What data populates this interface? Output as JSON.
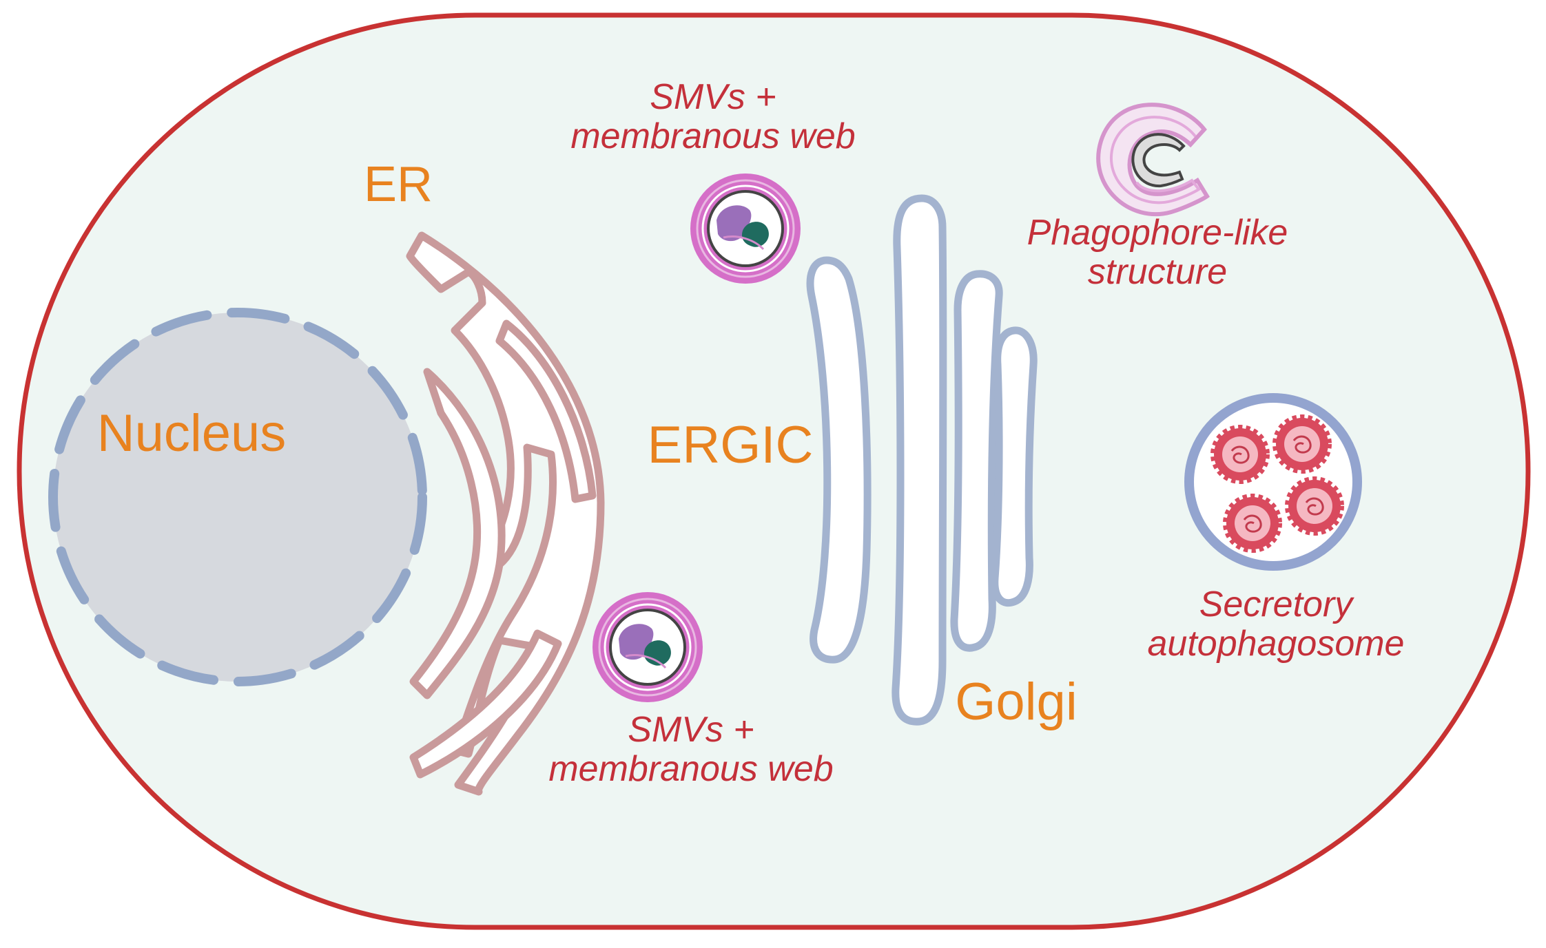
{
  "labels": {
    "nucleus": "Nucleus",
    "er": "ER",
    "ergic": "ERGIC",
    "golgi": "Golgi",
    "smv_top_line1": "SMVs +",
    "smv_top_line2": "membranous web",
    "smv_bottom_line1": "SMVs +",
    "smv_bottom_line2": "membranous web",
    "phagophore_line1": "Phagophore-like",
    "phagophore_line2": "structure",
    "secretory_line1": "Secretory",
    "secretory_line2": "autophagosome"
  },
  "colors": {
    "cell_membrane": "#c83232",
    "cytoplasm": "#eef6f3",
    "nucleus_fill": "#d6d9de",
    "nucleus_envelope": "#93a7c8",
    "er_membrane": "#c99a9b",
    "golgi_membrane": "#a3b3cf",
    "organelle_label": "#e8821f",
    "structure_label": "#c4303a",
    "vesicle_membrane": "#c55fb8",
    "autophagosome_membrane": "#93a4cf",
    "virion": "#d94a5e"
  }
}
